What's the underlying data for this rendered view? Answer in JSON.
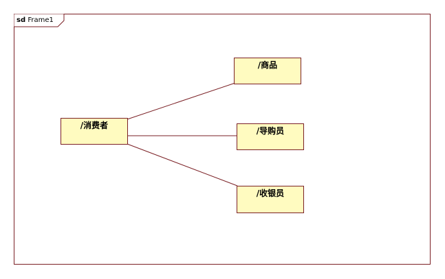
{
  "frame": {
    "keyword": "sd",
    "name": "Frame1"
  },
  "lifelines": {
    "consumer": "/消费者",
    "goods": "/商品",
    "guide": "/导购员",
    "cashier": "/收银员"
  },
  "colors": {
    "border": "#7a1f24",
    "fill": "#fffbc0"
  }
}
